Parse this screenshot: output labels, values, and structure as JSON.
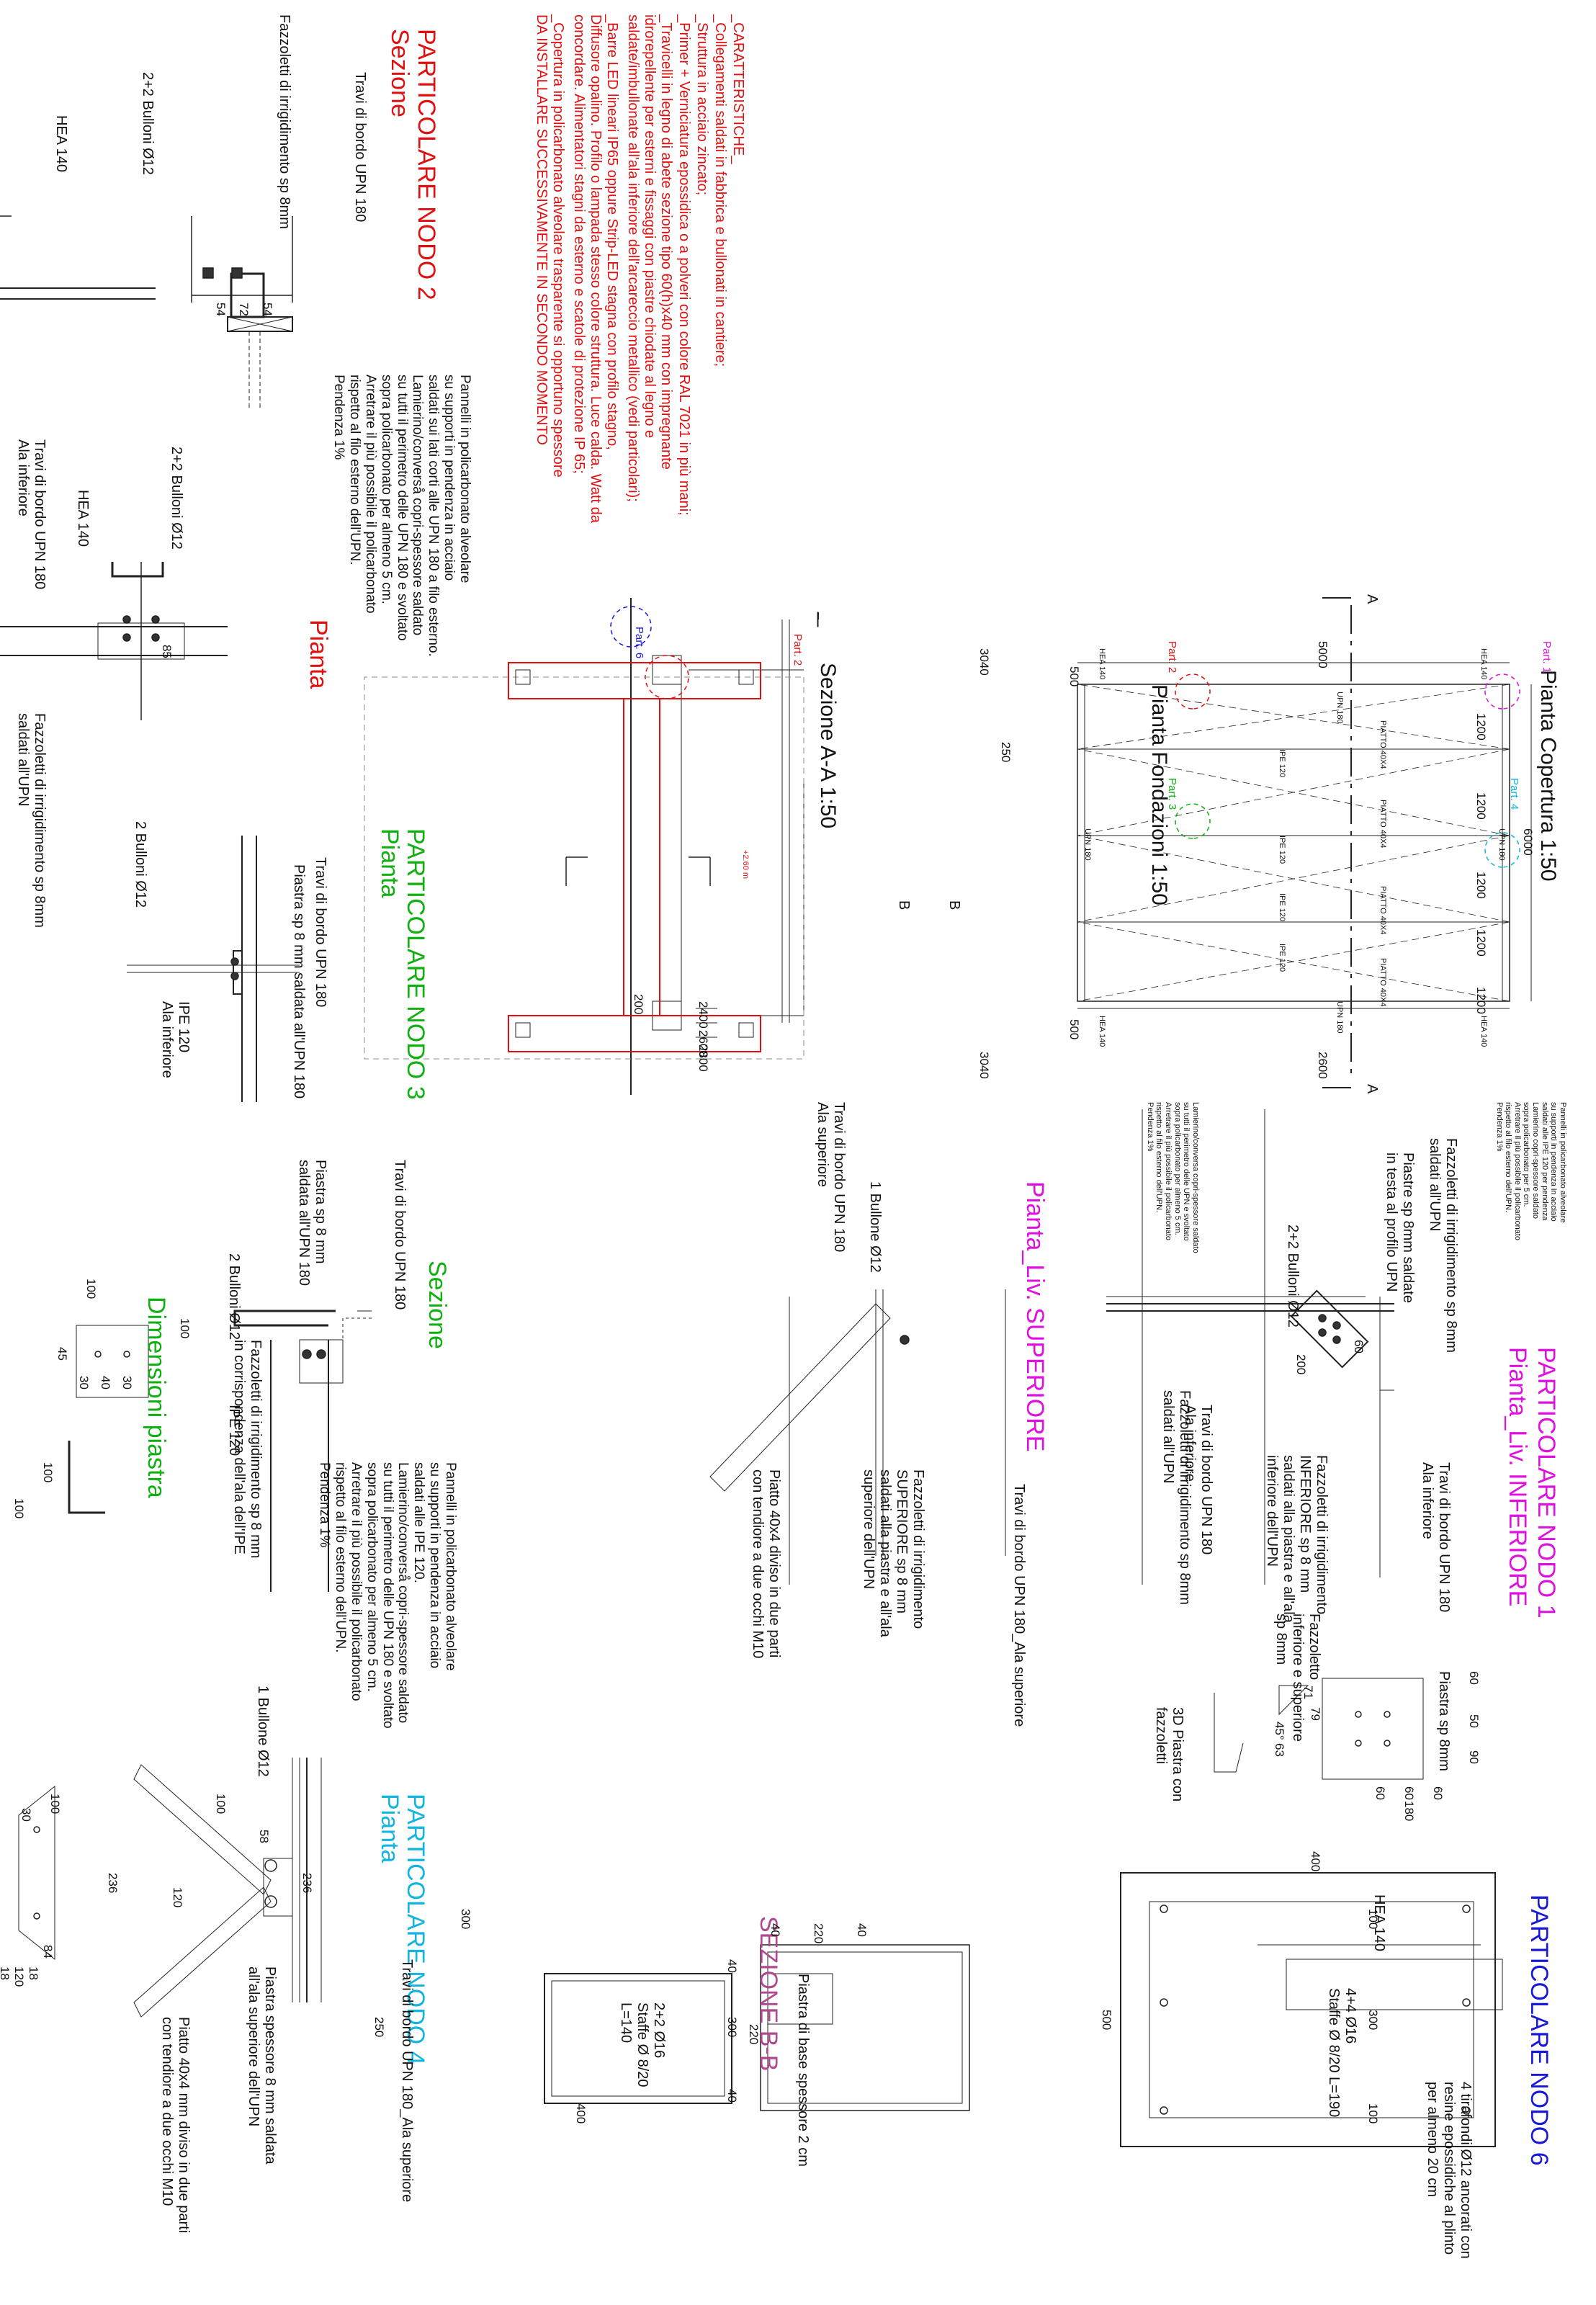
{
  "caratteristiche": {
    "title": "_CARATTERISTICHE_",
    "items": [
      "_Collegamenti saldati in fabbrica e bullonati in cantiere;",
      "_Struttura in acciaio zincato;",
      "_Primer + Verniciatura epossidica o a polveri con colore RAL 7021 in più mani;",
      "_Travicelli in legno di abete sezione tipo 60(h)x40 mm con impregnante\nidrorepellente per esterni e fissaggi con piastre chiodate al legno e\nsaldate/imbullonate all'ala inferiore dell'arcareccio metallico (vedi particolari);",
      "_Barre LED lineari IP65 oppure Strip-LED stagna con profilo stagno,\nDiffusore opalino. Profilo o lampada stesso colore struttura. Luce calda. Watt da\nconcordare. Alimentatori stagni da esterno e scatole di protezione IP 65;",
      "_Copertura in policarbonato alveolare trasparente si opportuno spessore\nDA INSTALLARE SUCCESSIVAMENTE IN SECONDO MOMENTO"
    ]
  },
  "nodo2": {
    "title": "PARTICOLARE NODO 2",
    "sezione": "Sezione",
    "pianta": "Pianta",
    "labels": {
      "fazzoletti": "Fazzoletti di irrigidimento sp 8mm",
      "travi": "Travi di bordo UPN 180",
      "bulloni": "2+2 Bulloni Ø12",
      "hea": "HEA 140",
      "pannelli": "Pannelli in policarbonato alveolare\nsu supporti in pendenza in acciaio\nsaldati sui lati corti alle UPN 180 a filo esterno.\nLamierino/converså copri-spessore saldato\nsu tutti il perimetro delle UPN 180 e svoltato\nsopra policarbonato per almeno 5 cm.\nArretrare il più possibile il policarbonato\nrispetto al filo esterno dell'UPN.\nPendenza 1%",
      "travi_ala": "Travi di bordo UPN 180\nAla inferiore",
      "bulloni_p": "2+2 Bulloni Ø12",
      "hea_p": "HEA 140",
      "fazz_p": "Fazzoletti di irrigidimento sp 8mm\nsaldati all'UPN"
    },
    "dims": [
      "54",
      "72",
      "54",
      "85"
    ]
  },
  "nodo3": {
    "title": "PARTICOLARE NODO 3",
    "pianta": "Pianta",
    "sezione": "Sezione",
    "dimensioni": "Dimensioni piastra",
    "labels": {
      "bulloni": "2 Bulloni Ø12",
      "travi": "Travi di bordo UPN 180",
      "piastra": "Piastra sp 8 mm saldata all'UPN 180",
      "ipe": "IPE 120\nAla inferiore",
      "s_travi": "Travi di bordo UPN 180",
      "s_piastra": "Piastra sp 8 mm\nsaldata all'UPN 180",
      "s_bulloni": "2 Bulloni Ø12",
      "s_fazz": "Fazzoletti di irrigidimento sp 8 mm\nin corrispondenza dell'ala dell'IPE",
      "s_ipe": "IPE 120",
      "s_pannelli": "Pannelli in policarbonato alveolare\nsu supporti in pendenza in acciaio\nsaldati alle IPE 120.\nLamierino/converså copri-spessore saldato\nsu tutti il perimetro delle UPN 180 e svoltato\nsopra policarbonato per almeno 5 cm.\nArretrare il più possibile il policarbonato\nrispetto al filo esterno dell'UPN.\nPendenza 1%"
    },
    "dims": [
      "100",
      "100",
      "45",
      "30",
      "40",
      "30",
      "100",
      "100"
    ]
  },
  "nodo4": {
    "title": "PARTICOLARE NODO 4",
    "pianta": "Pianta",
    "labels": {
      "bullone": "1 Bullone Ø12",
      "travi": "Travi di bordo UPN 180_Ala superiore",
      "piastra": "Piastra spessore 8 mm saldata\nall'ala superiore dell'UPN",
      "piatto": "Piatto 40x4 mm diviso in due parti\ncon tendiore a due occhi M10"
    },
    "dims": [
      "100",
      "30",
      "236",
      "18",
      "120",
      "18",
      "84",
      "100",
      "58",
      "120",
      "236"
    ]
  },
  "sezione_aa": {
    "title": "Sezione A-A 1:50",
    "part2": "Part. 2",
    "part6": "Part. 6",
    "level": "+2.60 m",
    "dims": [
      "200",
      "2400",
      "2600",
      "2800"
    ]
  },
  "fondazioni": {
    "title": "Pianta Fondazioni 1:50",
    "dims": [
      "3040",
      "250",
      "3040",
      "500",
      "500"
    ],
    "section": "B"
  },
  "copertura": {
    "title": "Pianta Copertura 1:50",
    "section": "A",
    "parts": [
      "Part. 1",
      "Part. 2",
      "Part. 3",
      "Part. 4"
    ],
    "dims": [
      "5000",
      "6000",
      "2600",
      "1200",
      "1200",
      "1200",
      "1200",
      "1200"
    ],
    "profiles": [
      "UPN 180",
      "UPN 180",
      "UPN 180",
      "UPN 180",
      "IPE 120",
      "IPE 120",
      "IPE 120",
      "IPE 120",
      "PIATTO 40X4",
      "PIATTO 40X4",
      "PIATTO 40X4",
      "PIATTO 40X4",
      "HEA 140",
      "HEA 140",
      "HEA 140",
      "HEA 140"
    ],
    "note1": "Pannelli in policarbonato alveolare\nsu supporti in pendenza in acciaio\nsaldati alle IPE 120 per pendenza\nLamierino copri-spessore saldato\nsopra policarbonato per 5 cm.\nArretrare il più possibile il policarbonato\nrispetto al filo esterno dell'UPN.\nPendenza 1%",
    "note2": "Lamierino/conversa copri-spessore saldato\nsu tutti il perimetro delle UPN e svoltato\nsopra policarbonato per almeno 5 cm.\nArretrare il più possibile il policarbonato\nrispetto al filo esterno dell'UPN.\nPendenza 1%"
  },
  "nodo1": {
    "title": "PARTICOLARE NODO 1",
    "subtitle": "Pianta_Liv. INFERIORE",
    "labels": {
      "fazz_upn": "Fazzoletti di irrigidimento sp 8mm\nsaldati all'UPN",
      "piastre": "Piastre sp 8mm saldate\nin testa al profilo UPN",
      "bulloni": "2+2 Bulloni Ø12",
      "travi_ala": "Travi di bordo UPN 180\nAla inferiore",
      "travi_ala2": "Travi di bordo UPN 180\nAla inferiore",
      "fazz_upn2": "Fazzoletti di irrigidimento sp 8mm\nsaldati all'UPN",
      "fazz_inf": "Fazzoletti di irrigidimento\nINFERIORE sp 8 mm\nsaldati alla piastra e all'ala\ninferiore dell'UPN",
      "piastra_sp": "Piastra sp 8mm",
      "fazzoletto": "Fazzoletto\ninferiore e superiore\nsp 8mm",
      "piastra3d": "3D Piastra con\nfazzoletti"
    },
    "dims": [
      "60",
      "200",
      "60",
      "50",
      "90",
      "60",
      "60",
      "60",
      "180",
      "71",
      "79",
      "45°",
      "63"
    ]
  },
  "superiore": {
    "title": "Pianta_Liv. SUPERIORE",
    "labels": {
      "travi": "Travi di bordo UPN 180\nAla superiore",
      "bullone": "1 Bullone Ø12",
      "travi_ala": "Travi di bordo UPN 180_Ala superiore",
      "fazz_sup": "Fazzoletti di irrigidimento\nSUPERIORE sp 8 mm\nsaldati alla piastra e all'ala\nsuperiore dell'UPN",
      "piatto": "Piatto 40x4 diviso in due parti\ncon tendiore a due occhi M10"
    }
  },
  "nodo6": {
    "title": "PARTICOLARE NODO 6",
    "labels": {
      "hea": "HEA 140",
      "armatura": "4+4 Ø16\nStaffe Ø 8/20 L=190",
      "tirafondi": "4 tirafondi Ø12 ancorati con\nresine epossidiche al plinto\nper almeno 20 cm"
    },
    "dims": [
      "400",
      "500",
      "100",
      "300",
      "100"
    ]
  },
  "sezione_bb": {
    "title": "SEZIONE B-B",
    "labels": {
      "piastra": "Piastra di base spessore 2 cm",
      "armatura": "2+2 Ø16\nStaffe Ø 8/20\nL=140"
    },
    "dims": [
      "300",
      "40",
      "220",
      "40",
      "40",
      "300",
      "220",
      "40",
      "250",
      "400"
    ]
  },
  "colors": {
    "red": "#e01010",
    "blue": "#1818d8",
    "magenta": "#e010e0",
    "green": "#10b010",
    "cyan": "#12b5e0",
    "purple": "#b04890"
  }
}
